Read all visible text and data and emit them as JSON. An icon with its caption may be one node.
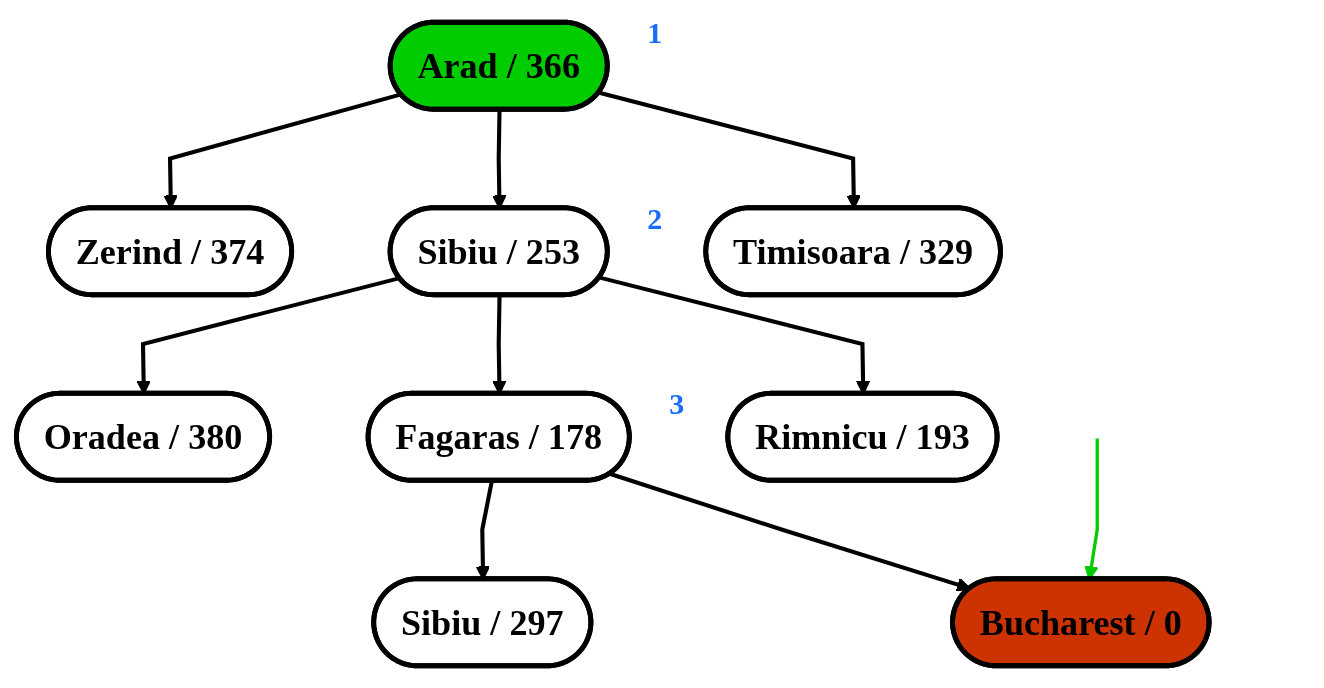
{
  "diagram": {
    "nodes": [
      {
        "text": [
          "Arad / 366"
        ],
        "beside": [
          "1"
        ]
      },
      {
        "text": [
          "Zerind / 374"
        ]
      },
      {
        "text": [
          "Sibiu / 253"
        ],
        "beside": [
          "2"
        ]
      },
      {
        "text": [
          "Timisoara / 329"
        ]
      },
      {
        "text": [
          "Oradea / 380"
        ]
      },
      {
        "text": [
          "Fagaras / 178"
        ],
        "beside": [
          "3"
        ]
      },
      {
        "text": [
          "Rimnicu / 193"
        ]
      },
      {
        "text": [
          "Sibiu / 297"
        ]
      },
      {
        "text": [
          "Bucharest / 0"
        ]
      }
    ],
    "edges": [
      {
        "from": 0,
        "to": 1,
        "arrow": "to"
      },
      {
        "from": 0,
        "to": 2,
        "arrow": "to"
      },
      {
        "from": 0,
        "to": 3,
        "arrow": "to"
      },
      {
        "from": 2,
        "to": 4,
        "arrow": "to"
      },
      {
        "from": 2,
        "to": 5,
        "arrow": "to"
      },
      {
        "from": 2,
        "to": 6,
        "arrow": "to"
      },
      {
        "from": 5,
        "to": 7,
        "arrow": "to"
      },
      {
        "from": 5,
        "to": 8,
        "arrow": "to"
      },
      {
        "from": null,
        "to": 8,
        "arrow": "to",
        "color": "#00cc00"
      }
    ]
  }
}
